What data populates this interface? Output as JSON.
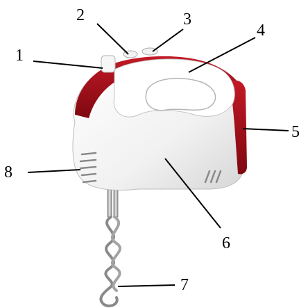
{
  "diagram": {
    "labels": [
      {
        "id": "1",
        "text": "1"
      },
      {
        "id": "2",
        "text": "2"
      },
      {
        "id": "3",
        "text": "3"
      },
      {
        "id": "4",
        "text": "4"
      },
      {
        "id": "5",
        "text": "5"
      },
      {
        "id": "6",
        "text": "6"
      },
      {
        "id": "7",
        "text": "7"
      },
      {
        "id": "8",
        "text": "8"
      }
    ],
    "colors": {
      "body": "#f4f4f4",
      "accent": "#a8101c",
      "accent_dark": "#7e0810",
      "metal": "#b8b8b8",
      "line": "#000000"
    }
  }
}
